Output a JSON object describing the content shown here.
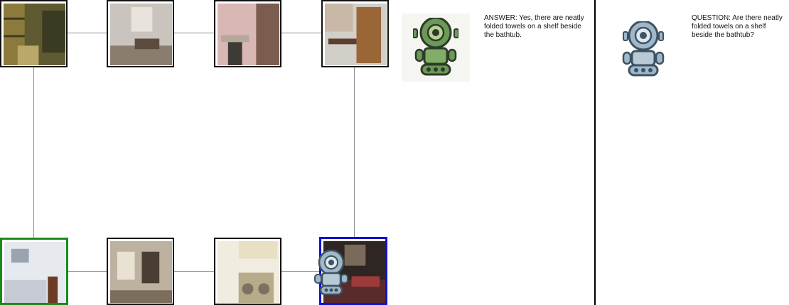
{
  "graph": {
    "nodes": [
      {
        "id": "top-1",
        "room": "storage room with shelves and boxes",
        "colors": [
          "#5f5a32",
          "#8c7a3c",
          "#3b3a22",
          "#b9a86a"
        ]
      },
      {
        "id": "top-2",
        "room": "bright sitting room with table",
        "colors": [
          "#c9c4bd",
          "#8a7d70",
          "#e8e4dc",
          "#5c4c40"
        ]
      },
      {
        "id": "top-3",
        "room": "office with bookshelf and desk",
        "colors": [
          "#d9b7b4",
          "#7a5d4f",
          "#3e3b36",
          "#b7a89e"
        ]
      },
      {
        "id": "top-4",
        "room": "craft room with wooden cabinet",
        "colors": [
          "#9a6638",
          "#c9b8a8",
          "#5d4030",
          "#d2cfc9"
        ]
      },
      {
        "id": "bottom-1",
        "room": "study with desk and chair",
        "colors": [
          "#e6e9ee",
          "#9aa3b0",
          "#6b3b24",
          "#c7ccd4"
        ],
        "marker": "start"
      },
      {
        "id": "bottom-2",
        "room": "ornate dining hall",
        "colors": [
          "#bdb2a0",
          "#4a3d33",
          "#e8e1d4",
          "#7d6d5d"
        ]
      },
      {
        "id": "bottom-3",
        "room": "laundry room with washer and dryer",
        "colors": [
          "#e8dfc4",
          "#b8ab8a",
          "#7d7160",
          "#f1ece0"
        ]
      },
      {
        "id": "bottom-4",
        "room": "dining room with red carpet",
        "colors": [
          "#5a2b2b",
          "#2e2622",
          "#7a6a5a",
          "#9d3b3b"
        ],
        "marker": "current"
      }
    ],
    "line_color": "#8c8c8c"
  },
  "answer": {
    "text": "ANSWER: Yes, there are neatly folded towels on a shelf beside the bathtub.",
    "robot_color": "#6a9a55"
  },
  "question": {
    "text": "QUESTION: Are there neatly folded towels on a shelf beside the bathtub?",
    "robot_color": "#9fb7c8"
  },
  "colors": {
    "start_border": "#1a8a1a",
    "current_border": "#1010d8",
    "divider": "#000000"
  }
}
